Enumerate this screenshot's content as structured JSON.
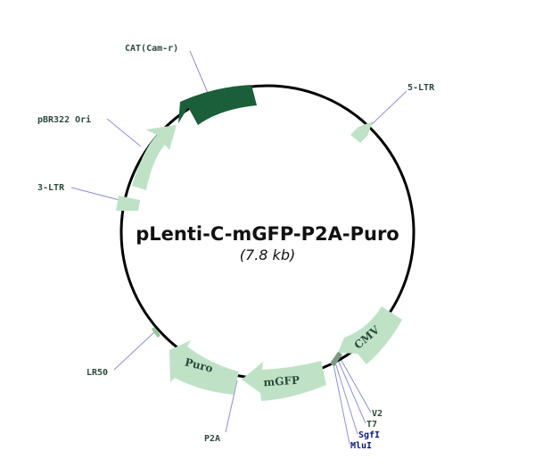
{
  "plasmid": {
    "name": "pLenti-C-mGFP-P2A-Puro",
    "size": "(7.8 kb)"
  },
  "colors": {
    "backbone": "#000000",
    "feature_light": "#bfe2c6",
    "feature_dark": "#1b5e3a",
    "leader": "#8f8fd8",
    "label_text": "#2c4a3b",
    "site_text": "#0b1a7a"
  },
  "features": [
    {
      "name": "CAT(Cam-r)",
      "shown_on_arrow": false,
      "dark": true
    },
    {
      "name": "5-LTR",
      "shown_on_arrow": false,
      "dark": false
    },
    {
      "name": "CMV",
      "shown_on_arrow": true,
      "dark": false
    },
    {
      "name": "mGFP",
      "shown_on_arrow": true,
      "dark": false
    },
    {
      "name": "Puro",
      "shown_on_arrow": true,
      "dark": false
    },
    {
      "name": "3-LTR",
      "shown_on_arrow": false,
      "dark": false
    },
    {
      "name": "pBR322 Ori",
      "shown_on_arrow": false,
      "dark": false
    }
  ],
  "labels": {
    "cat": "CAT(Cam-r)",
    "ltr5": "5-LTR",
    "pbr": "pBR322 Ori",
    "ltr3": "3-LTR",
    "lr50": "LR50",
    "p2a": "P2A",
    "v2": "V2",
    "t7": "T7",
    "sgfi": "SgfI",
    "mlui": "MluI",
    "cmv": "CMV",
    "mgfp": "mGFP",
    "puro": "Puro"
  }
}
